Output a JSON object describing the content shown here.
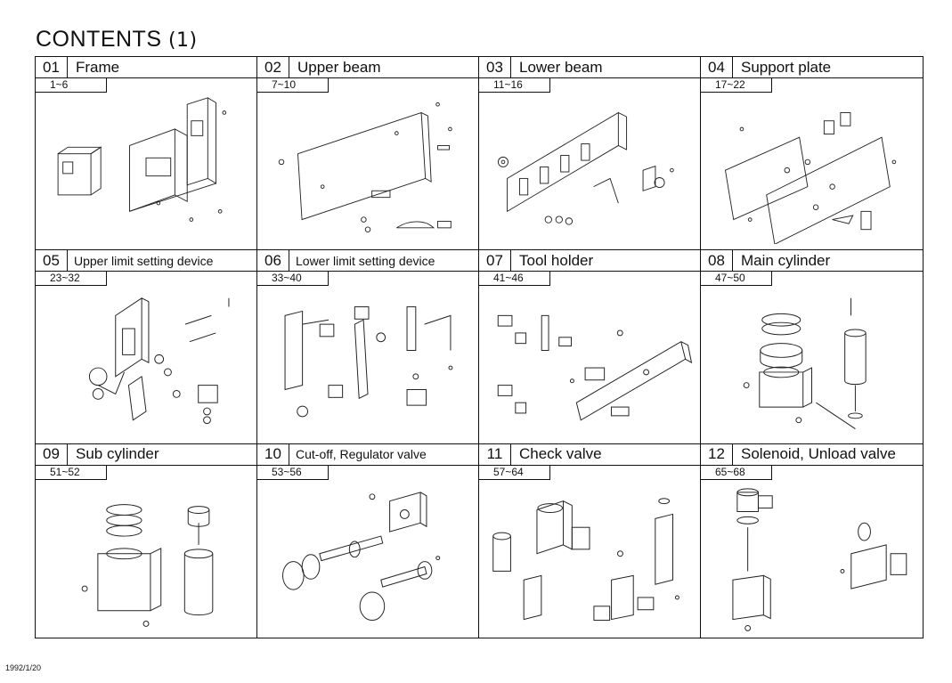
{
  "page": {
    "title": "CONTENTS",
    "title_suffix": "(1)",
    "date": "1992/1/20"
  },
  "sections": [
    {
      "num": "01",
      "name": "Frame",
      "range": "1~6",
      "icon": "frame-drawing"
    },
    {
      "num": "02",
      "name": "Upper beam",
      "range": "7~10",
      "icon": "upper-beam-drawing"
    },
    {
      "num": "03",
      "name": "Lower beam",
      "range": "11~16",
      "icon": "lower-beam-drawing"
    },
    {
      "num": "04",
      "name": "Support plate",
      "range": "17~22",
      "icon": "support-plate-drawing"
    },
    {
      "num": "05",
      "name": "Upper limit setting device",
      "range": "23~32",
      "icon": "upper-limit-device-drawing"
    },
    {
      "num": "06",
      "name": "Lower limit setting device",
      "range": "33~40",
      "icon": "lower-limit-device-drawing"
    },
    {
      "num": "07",
      "name": "Tool holder",
      "range": "41~46",
      "icon": "tool-holder-drawing"
    },
    {
      "num": "08",
      "name": "Main cylinder",
      "range": "47~50",
      "icon": "main-cylinder-drawing"
    },
    {
      "num": "09",
      "name": "Sub cylinder",
      "range": "51~52",
      "icon": "sub-cylinder-drawing"
    },
    {
      "num": "10",
      "name": "Cut-off, Regulator valve",
      "range": "53~56",
      "icon": "regulator-valve-drawing"
    },
    {
      "num": "11",
      "name": "Check valve",
      "range": "57~64",
      "icon": "check-valve-drawing"
    },
    {
      "num": "12",
      "name": "Solenoid, Unload valve",
      "range": "65~68",
      "icon": "solenoid-valve-drawing"
    }
  ]
}
